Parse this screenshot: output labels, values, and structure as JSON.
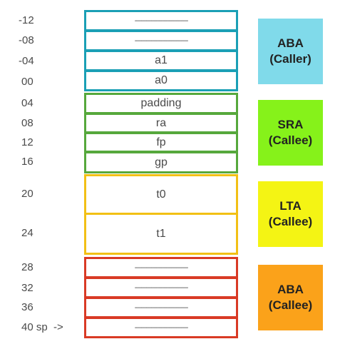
{
  "offsets": [
    "-12",
    "-08",
    "-04",
    "00",
    "04",
    "08",
    "12",
    "16",
    "20",
    "24",
    "28",
    "32",
    "36",
    "40 sp  ->"
  ],
  "cells": [
    {
      "label": "--------------------------------"
    },
    {
      "label": "--------------------------------"
    },
    {
      "label": "a1"
    },
    {
      "label": "a0"
    },
    {
      "label": "padding"
    },
    {
      "label": "ra"
    },
    {
      "label": "fp"
    },
    {
      "label": "gp"
    },
    {
      "label": "t0"
    },
    {
      "label": "t1"
    },
    {
      "label": "--------------------------------"
    },
    {
      "label": "--------------------------------"
    },
    {
      "label": "--------------------------------"
    },
    {
      "label": "--------------------------------"
    }
  ],
  "legend": [
    {
      "line1": "ABA",
      "line2": "(Caller)",
      "color": "#80daea"
    },
    {
      "line1": "SRA",
      "line2": "(Callee)",
      "color": "#86f21a"
    },
    {
      "line1": "LTA",
      "line2": "(Callee)",
      "color": "#f4f414"
    },
    {
      "line1": "ABA",
      "line2": "(Callee)",
      "color": "#fba21a"
    }
  ],
  "colors": {
    "aba_caller_border": "#1a9fb5",
    "sra_border": "#56a83c",
    "lta_border": "#f2c015",
    "aba_callee_border": "#d93a25"
  }
}
